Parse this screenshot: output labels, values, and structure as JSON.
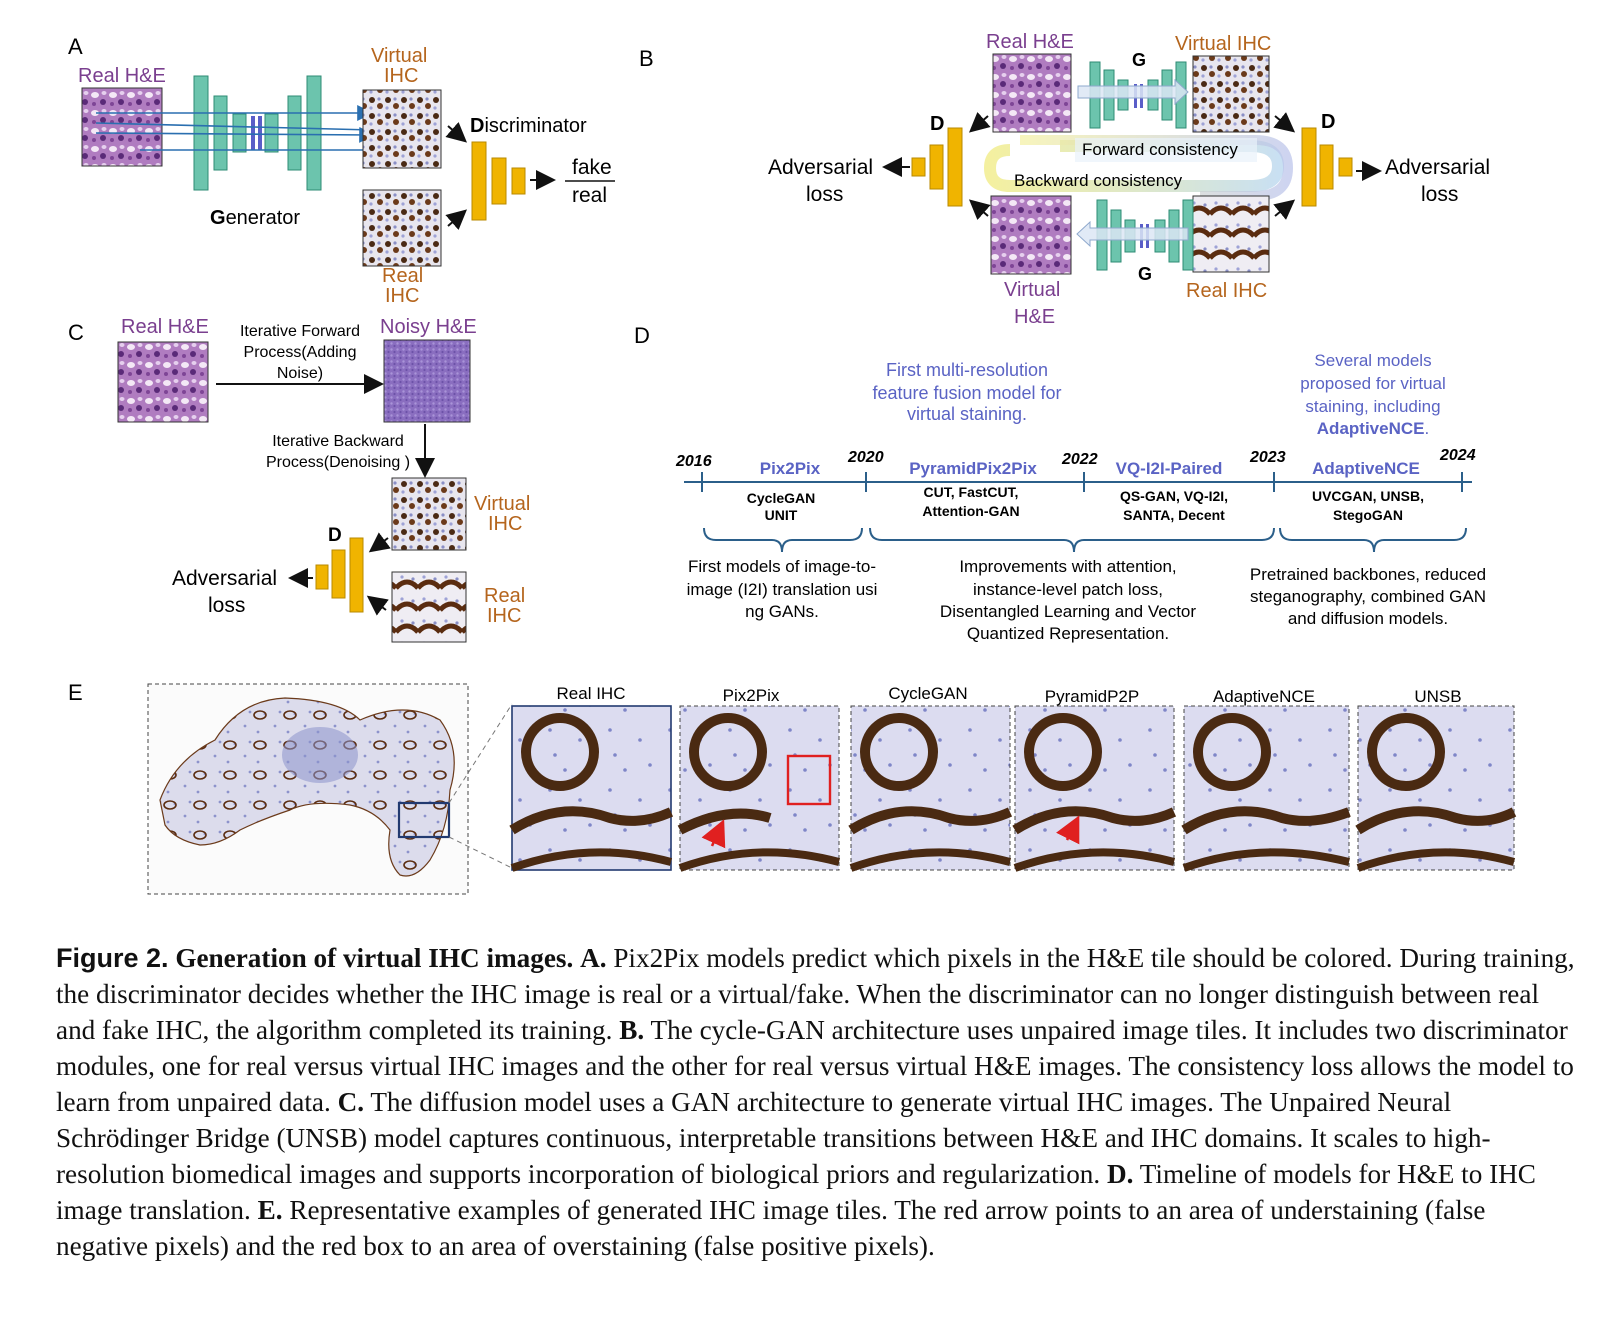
{
  "colors": {
    "he_purple": "#7a3f8f",
    "ihc_orange": "#b5651d",
    "generator_teal": "#6cc4ad",
    "generator_dark": "#2e8b74",
    "bottleneck_blue": "#5a5ec8",
    "discriminator_yellow": "#f0b400",
    "timeline_blue": "#2b5f8a",
    "model_blue": "#5a63c4",
    "red_box": "#e02020"
  },
  "panel_a": {
    "letter": "A",
    "real_he": "Real H&E",
    "virtual_ihc_1": "Virtual",
    "virtual_ihc_2": "IHC",
    "real_ihc_1": "Real",
    "real_ihc_2": "IHC",
    "generator_initial": "G",
    "generator_rest": "enerator",
    "discriminator_initial": "D",
    "discriminator_rest": "iscriminator",
    "fake": "fake",
    "real": "real"
  },
  "panel_b": {
    "letter": "B",
    "real_he": "Real H&E",
    "virtual_ihc": "Virtual IHC",
    "g_top": "G",
    "g_bottom": "G",
    "d_left": "D",
    "d_right": "D",
    "adv_left_1": "Adversarial",
    "adv_left_2": "loss",
    "adv_right_1": "Adversarial",
    "adv_right_2": "loss",
    "forward": "Forward consistency",
    "backward": "Backward consistency",
    "virtual_he_1": "Virtual",
    "virtual_he_2": "H&E",
    "real_ihc": "Real IHC"
  },
  "panel_c": {
    "letter": "C",
    "real_he": "Real H&E",
    "noisy_he": "Noisy H&E",
    "forward_1": "Iterative Forward",
    "forward_2": "Process(Adding",
    "forward_3": "Noise)",
    "backward_1": "Iterative Backward",
    "backward_2": "Process(Denoising )",
    "virtual_ihc_1": "Virtual",
    "virtual_ihc_2": "IHC",
    "real_ihc_1": "Real",
    "real_ihc_2": "IHC",
    "d": "D",
    "adv_1": "Adversarial",
    "adv_2": "loss"
  },
  "panel_d": {
    "letter": "D",
    "years": [
      "2016",
      "2020",
      "2022",
      "2023",
      "2024"
    ],
    "models": [
      "Pix2Pix",
      "PyramidPix2Pix",
      "VQ-I2I-Paired",
      "AdaptiveNCE"
    ],
    "others": [
      [
        "CycleGAN",
        "UNIT"
      ],
      [
        "CUT, FastCUT,",
        "Attention-GAN"
      ],
      [
        "QS-GAN, VQ-I2I,",
        "SANTA, Decent"
      ],
      [
        "UVCGAN, UNSB,",
        "StegoGAN"
      ]
    ],
    "note_pyramid": [
      "First multi-resolution",
      "feature fusion model for",
      "virtual staining."
    ],
    "note_adaptive": [
      "Several models",
      "proposed for virtual",
      "staining, including"
    ],
    "note_adaptive_bold": "AdaptiveNCE",
    "note_adaptive_end": ".",
    "summaries": [
      [
        "First models of image-to-",
        "image (I2I) translation usi",
        "ng GANs."
      ],
      [
        "Improvements with attention,",
        "instance-level patch loss,",
        "Disentangled Learning and Vector",
        "Quantized Representation."
      ],
      [
        "Pretrained backbones, reduced",
        "steganography, combined GAN",
        "and diffusion models."
      ]
    ]
  },
  "panel_e": {
    "letter": "E",
    "tiles": [
      "Real IHC",
      "Pix2Pix",
      "CycleGAN",
      "PyramidP2P",
      "AdaptiveNCE",
      "UNSB"
    ]
  },
  "caption": {
    "figure_label": "Figure 2.",
    "title": "Generation of virtual IHC images.",
    "a_label": "A.",
    "a_text": "Pix2Pix models predict which pixels in the H&E tile should be colored. During training, the discriminator decides whether the IHC image is real or a virtual/fake. When the discriminator can no longer distinguish between real and fake IHC, the algorithm completed its training.",
    "b_label": "B.",
    "b_text": "The cycle-GAN architecture uses unpaired image tiles. It includes two discriminator modules, one for real versus virtual IHC images and the other for real versus virtual H&E images. The consistency loss allows the model to learn from unpaired data.",
    "c_label": "C.",
    "c_text": "The diffusion model uses a GAN architecture to generate virtual IHC images. The Unpaired Neural Schrödinger Bridge (UNSB) model captures continuous, interpretable transitions between H&E and IHC domains. It scales to high-resolution biomedical images and supports incorporation of biological priors and regularization.",
    "d_label": "D.",
    "d_text": "Timeline of models for H&E to IHC image translation.",
    "e_label": "E.",
    "e_text": "Representative examples of generated IHC image tiles. The red arrow points to an area of understaining (false negative pixels) and the red box to an area of overstaining (false positive pixels)."
  }
}
